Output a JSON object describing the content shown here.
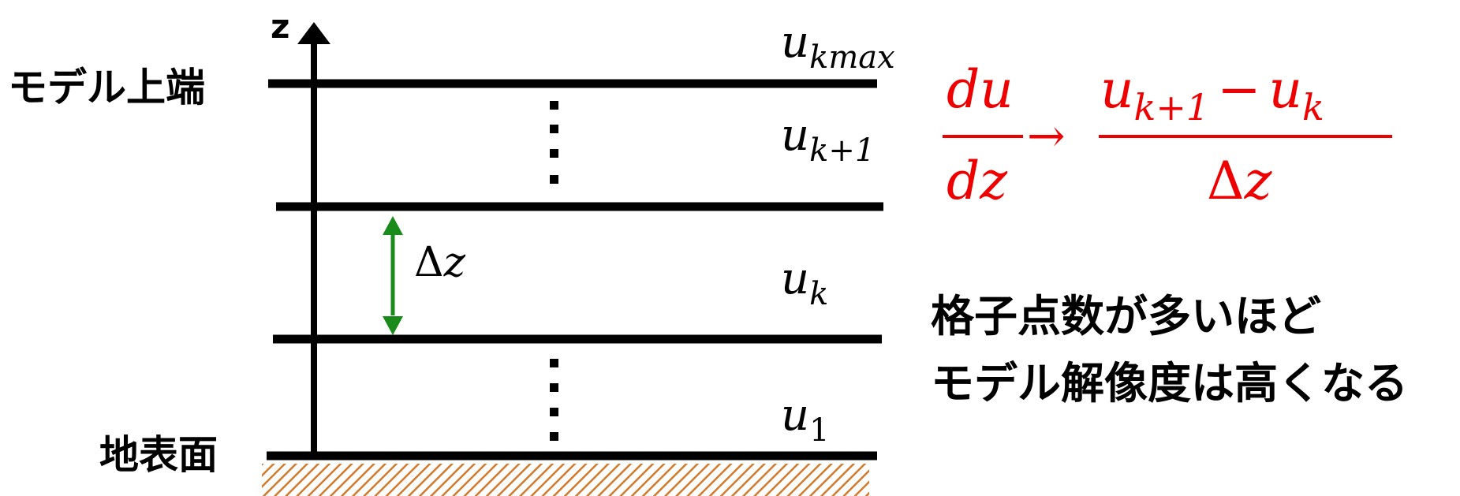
{
  "axis": {
    "label": "z"
  },
  "labels": {
    "top": "モデル上端",
    "ground": "地表面"
  },
  "levels": {
    "kmax": {
      "base": "u",
      "sub": "kmax"
    },
    "k_plus_1": {
      "base": "u",
      "sub": "k+1"
    },
    "k": {
      "base": "u",
      "sub": "k"
    },
    "one": {
      "base": "u",
      "sub": "1"
    }
  },
  "spacing": {
    "delta": "Δ",
    "var": "z"
  },
  "formula": {
    "lhs_num": "du",
    "lhs_den": "dz",
    "arrow": "→",
    "rhs_num_a_base": "u",
    "rhs_num_a_sub": "k+1",
    "rhs_num_minus": "−",
    "rhs_num_b_base": "u",
    "rhs_num_b_sub": "k",
    "rhs_den_delta": "Δ",
    "rhs_den_var": "z"
  },
  "note": {
    "line1": "格子点数が多いほど",
    "line2": "モデル解像度は高くなる"
  },
  "colors": {
    "lines": "#000000",
    "arrow": "#1a8a1a",
    "formula": "#ee0000",
    "ground_hatch": "#d27a2c"
  }
}
